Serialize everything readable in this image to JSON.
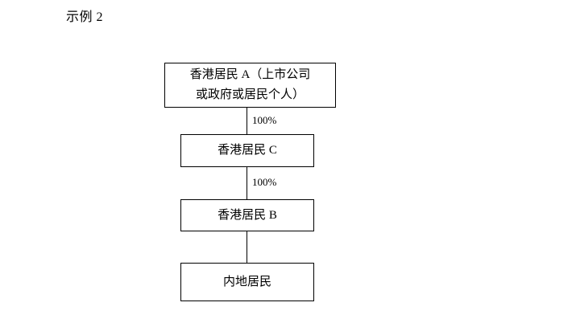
{
  "figure": {
    "title": "示例 2"
  },
  "nodes": [
    {
      "id": "node-a",
      "lines": [
        "香港居民 A（上市公司",
        "或政府或居民个人）"
      ]
    },
    {
      "id": "node-c",
      "lines": [
        "香港居民 C"
      ]
    },
    {
      "id": "node-b",
      "lines": [
        "香港居民 B"
      ]
    },
    {
      "id": "node-mainland",
      "lines": [
        "内地居民"
      ]
    }
  ],
  "edges": [
    {
      "id": "edge-a-c",
      "label": "100%"
    },
    {
      "id": "edge-c-b",
      "label": "100%"
    },
    {
      "id": "edge-b-mainland",
      "label": ""
    }
  ],
  "colors": {
    "background": "#ffffff",
    "line": "#000000",
    "text": "#000000"
  }
}
